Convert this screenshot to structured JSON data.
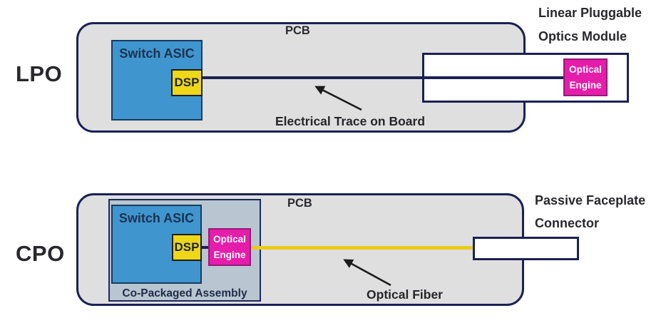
{
  "lpo": {
    "row_label": "LPO",
    "pcb_label": "PCB",
    "switch_asic_label": "Switch ASIC",
    "dsp_label": "DSP",
    "optical_engine_line1": "Optical",
    "optical_engine_line2": "Engine",
    "module_caption_line1": "Linear Pluggable",
    "module_caption_line2": "Optics Module",
    "annotation": "Electrical Trace on Board"
  },
  "cpo": {
    "row_label": "CPO",
    "pcb_label": "PCB",
    "switch_asic_label": "Switch ASIC",
    "dsp_label": "DSP",
    "optical_engine_line1": "Optical",
    "optical_engine_line2": "Engine",
    "assembly_label": "Co-Packaged Assembly",
    "connector_caption_line1": "Passive Faceplate",
    "connector_caption_line2": "Connector",
    "annotation": "Optical Fiber"
  },
  "colors": {
    "pcb_fill": "#dfdfdf",
    "pcb_border": "#1a2156",
    "switch_asic_fill": "#3f96ce",
    "dsp_fill": "#eed619",
    "optical_engine_fill": "#e51daa",
    "electrical_trace": "#1a2156",
    "optical_fiber": "#e9cb18",
    "assembly_fill": "#b9c5d1",
    "annotation_ink": "#1c1c1e"
  }
}
